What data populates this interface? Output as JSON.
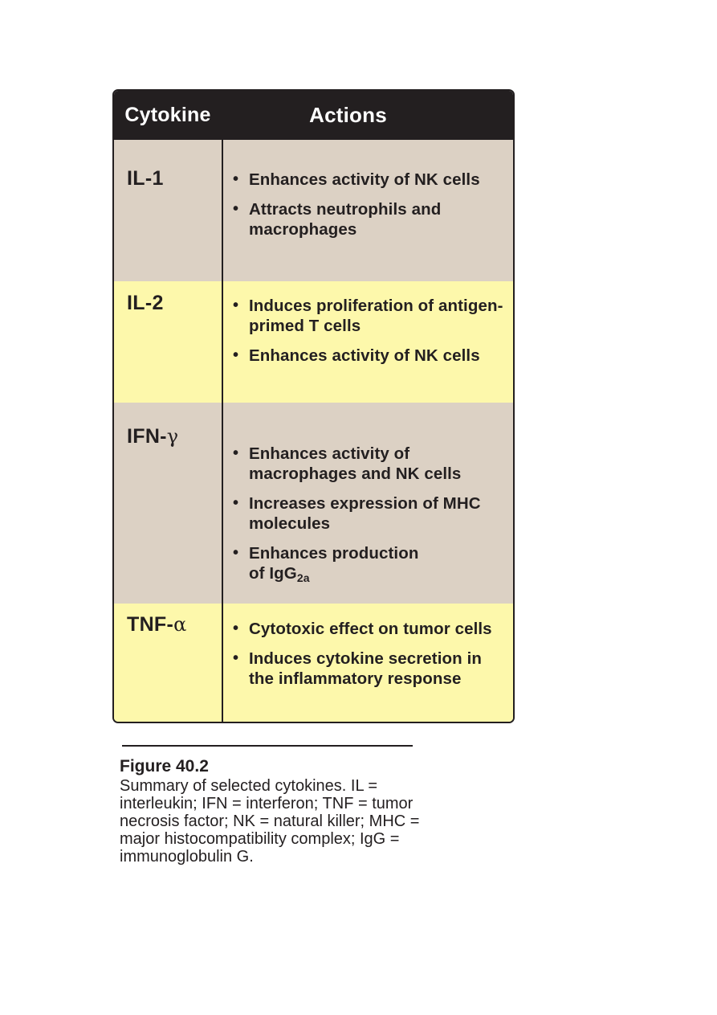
{
  "table": {
    "header": {
      "cytokine": "Cytokine",
      "actions": "Actions"
    },
    "rows": [
      {
        "name": "IL-1",
        "actions": [
          "Enhances activity of NK cells",
          "Attracts neutrophils and macrophages"
        ]
      },
      {
        "name": "IL-2",
        "actions": [
          "Induces proliferation of antigen-primed T cells",
          "Enhances activity of NK cells"
        ]
      },
      {
        "name_prefix": "IFN-",
        "name_symbol": "γ",
        "actions": [
          "Enhances activity of macrophages and NK cells",
          "Increases expression of MHC molecules"
        ],
        "action3_text": "Enhances production",
        "action3_line2": "of IgG",
        "action3_sub": "2a"
      },
      {
        "name_prefix": "TNF-",
        "name_symbol": "α",
        "actions": [
          "Cytotoxic effect on tumor cells",
          "Induces cytokine secretion in the inflammatory response"
        ]
      }
    ],
    "colors": {
      "header": "#231f20",
      "tan": "#dcd1c4",
      "yellow": "#fdf8ab"
    }
  },
  "caption": {
    "title": "Figure 40.2",
    "text": "Summary of selected cytokines. IL = interleukin; IFN = interferon; TNF = tumor necrosis factor; NK = natural killer; MHC = major histocompatibility complex; IgG = immunoglobulin G."
  }
}
